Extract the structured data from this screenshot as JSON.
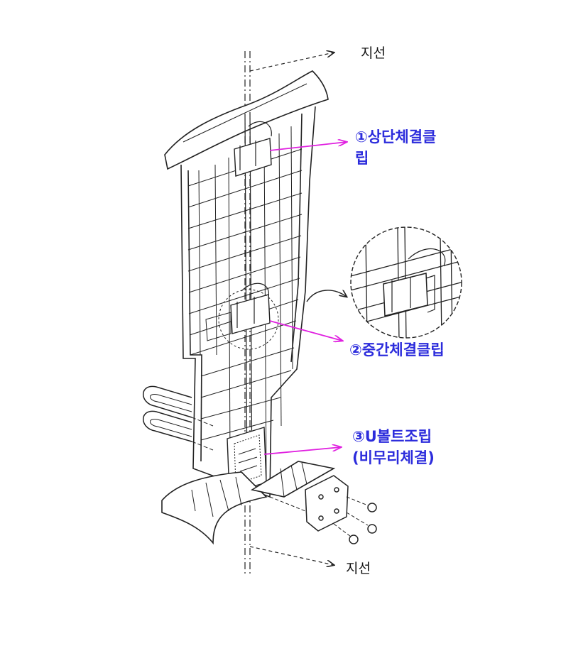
{
  "labels": {
    "top_line": "지선",
    "bottom_line": "지선"
  },
  "callouts": [
    {
      "id": "upper",
      "text": "①상단체결클",
      "text2": "립"
    },
    {
      "id": "middle",
      "text": "②중간체결클립"
    },
    {
      "id": "ubolt",
      "text": "③U볼트조립",
      "text2": "(비무리체결)"
    }
  ],
  "colors": {
    "line": "#222222",
    "leader": "#e020e0",
    "callout_text": "#2c2cdc"
  }
}
